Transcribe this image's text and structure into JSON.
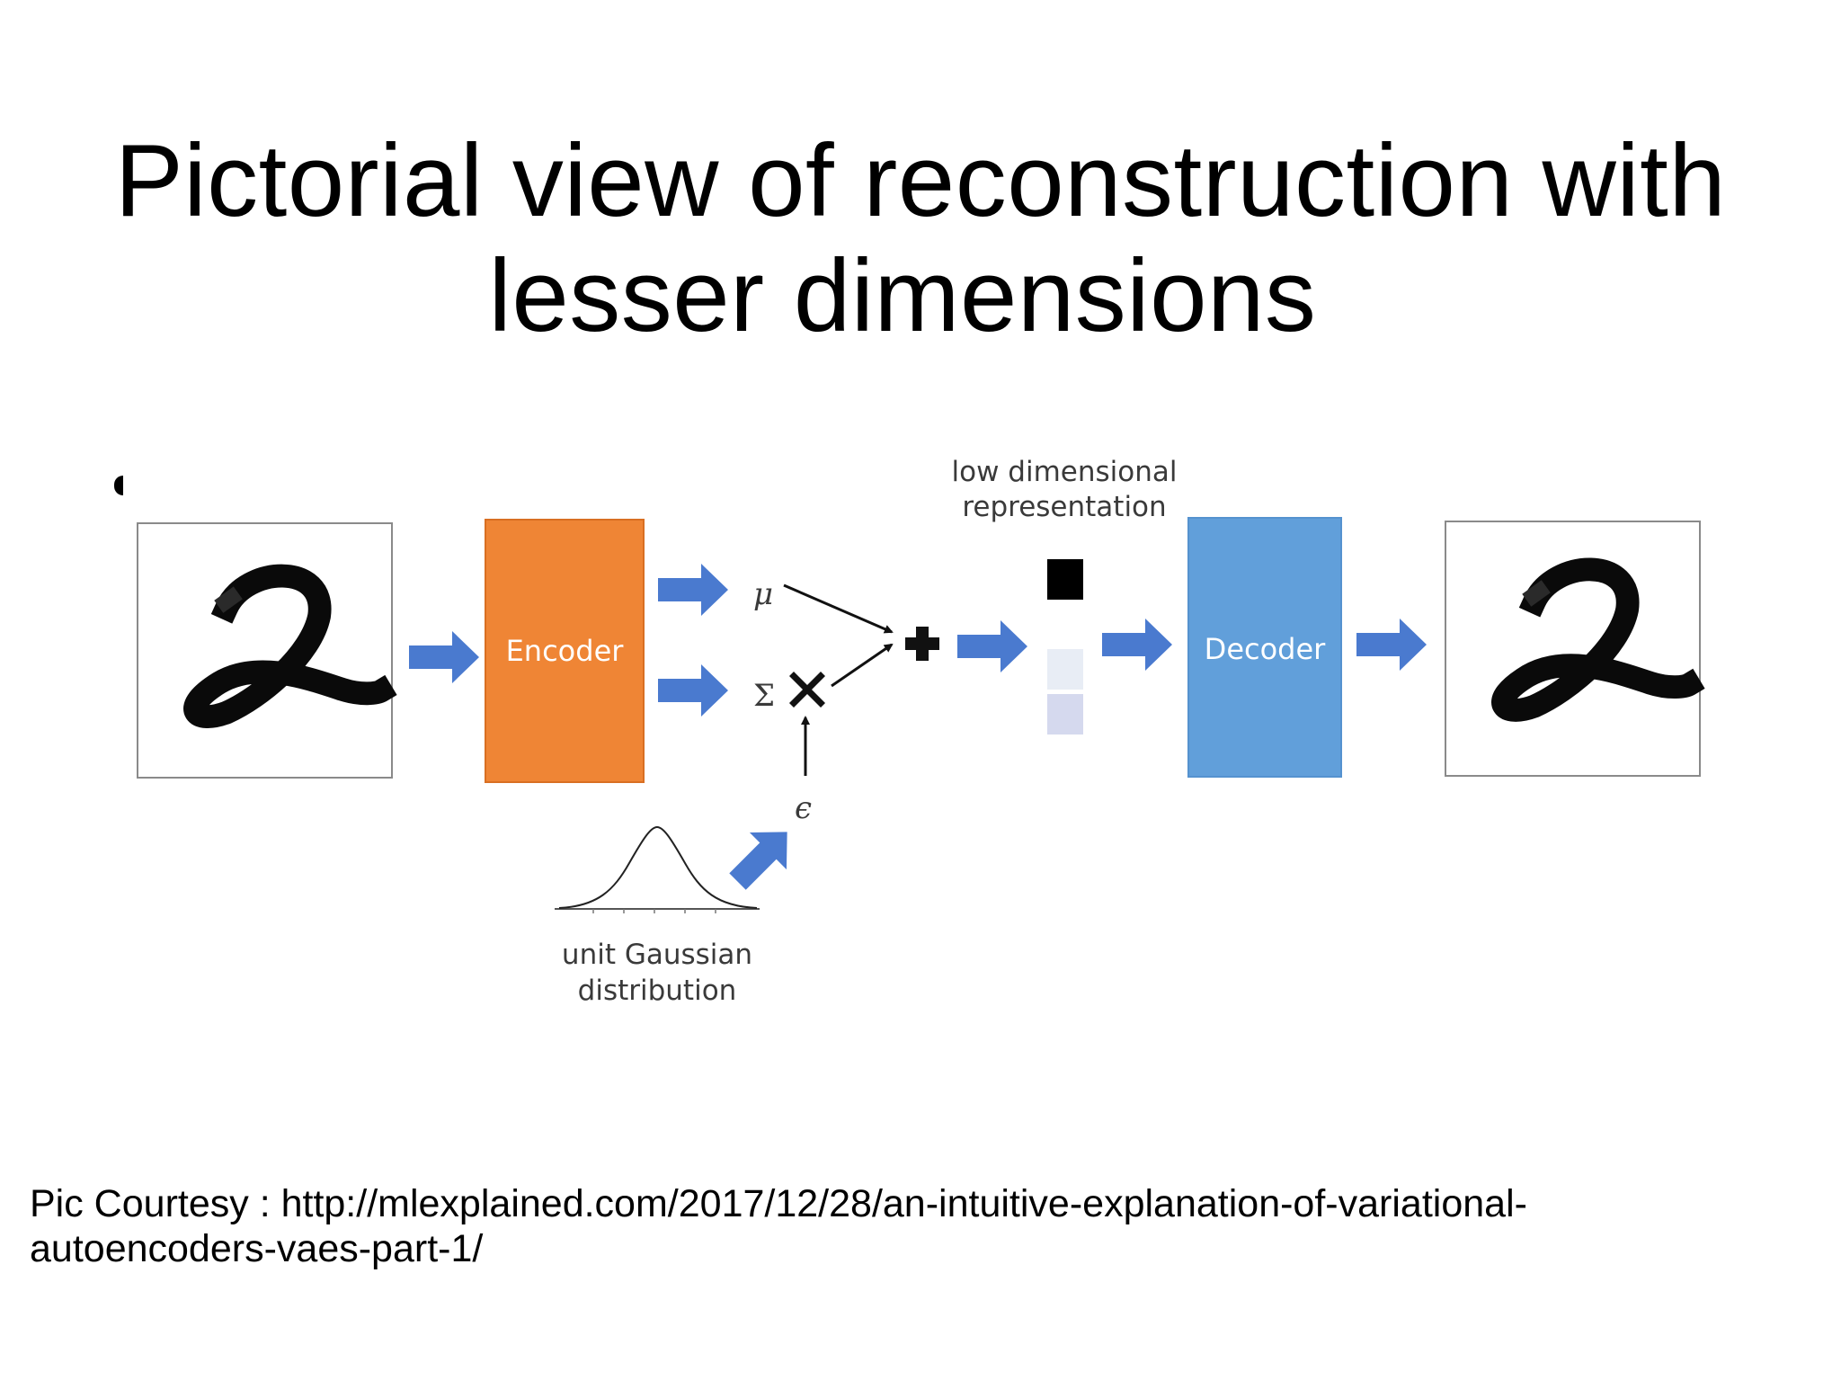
{
  "title": {
    "line1": "Pictorial view of reconstruction with",
    "line2": "lesser dimensions"
  },
  "diagram": {
    "encoder_label": "Encoder",
    "decoder_label": "Decoder",
    "mu_label": "μ",
    "sigma_label": "Σ",
    "epsilon_label": "ϵ",
    "low_dim_label": [
      "low dimensional",
      "representation"
    ],
    "gaussian_label": [
      "unit Gaussian",
      "distribution"
    ],
    "colors": {
      "encoder": "#ef8535",
      "decoder": "#619fda",
      "arrow": "#4a7acf",
      "latent_dark": "#000000",
      "latent_light1": "#e8edf5",
      "latent_light2": "#d5d9ee"
    },
    "icons": [
      "digit-2-input-image",
      "digit-2-output-image",
      "plus-icon",
      "multiply-icon",
      "gaussian-curve"
    ]
  },
  "courtesy": {
    "line1": "Pic Courtesy : http://mlexplained.com/2017/12/28/an-intuitive-explanation-of-variational-",
    "line2": "autoencoders-vaes-part-1/"
  }
}
